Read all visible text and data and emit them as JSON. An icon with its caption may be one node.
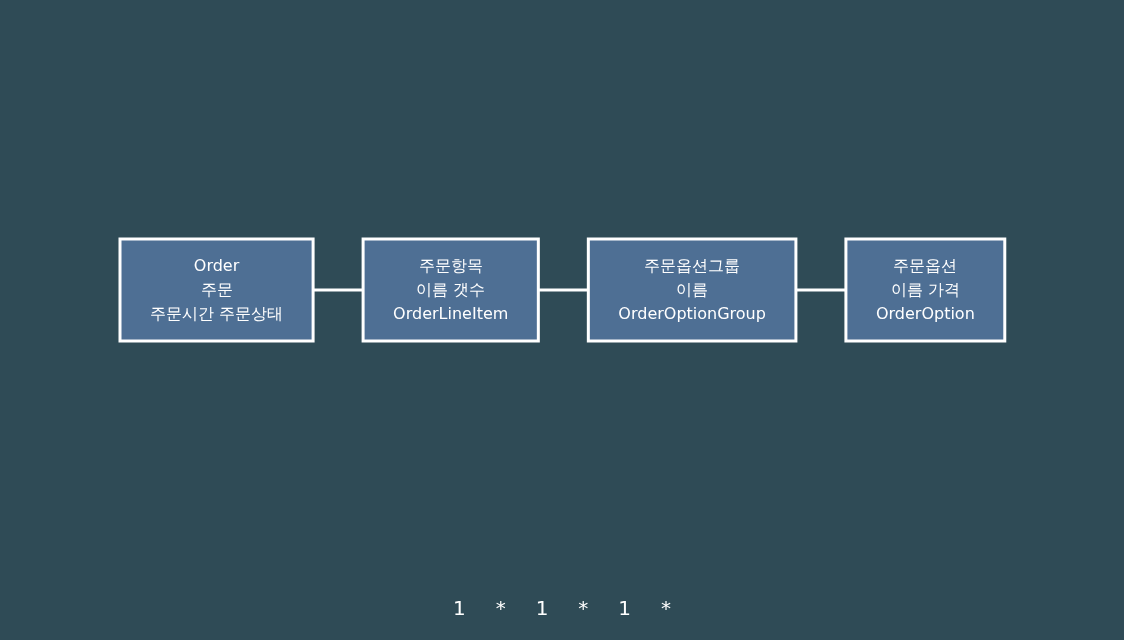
{
  "diagram": {
    "nodes": [
      {
        "text": [
          "Order",
          "주문",
          "주문시간 주문상태"
        ]
      },
      {
        "text": [
          "주문항목",
          "이름 갯수",
          "OrderLineItem"
        ]
      },
      {
        "text": [
          "주문옵션그룹",
          "이름",
          "OrderOptionGroup"
        ]
      },
      {
        "text": [
          "주문옵션",
          "이름 가격",
          "OrderOption"
        ]
      }
    ],
    "edges": [
      {
        "from": 0,
        "to": 1,
        "arrow": "none"
      },
      {
        "from": 1,
        "to": 2,
        "arrow": "none"
      },
      {
        "from": 2,
        "to": 3,
        "arrow": "none"
      }
    ],
    "labels": [
      "1",
      "*",
      "1",
      "*",
      "1",
      "*"
    ]
  }
}
